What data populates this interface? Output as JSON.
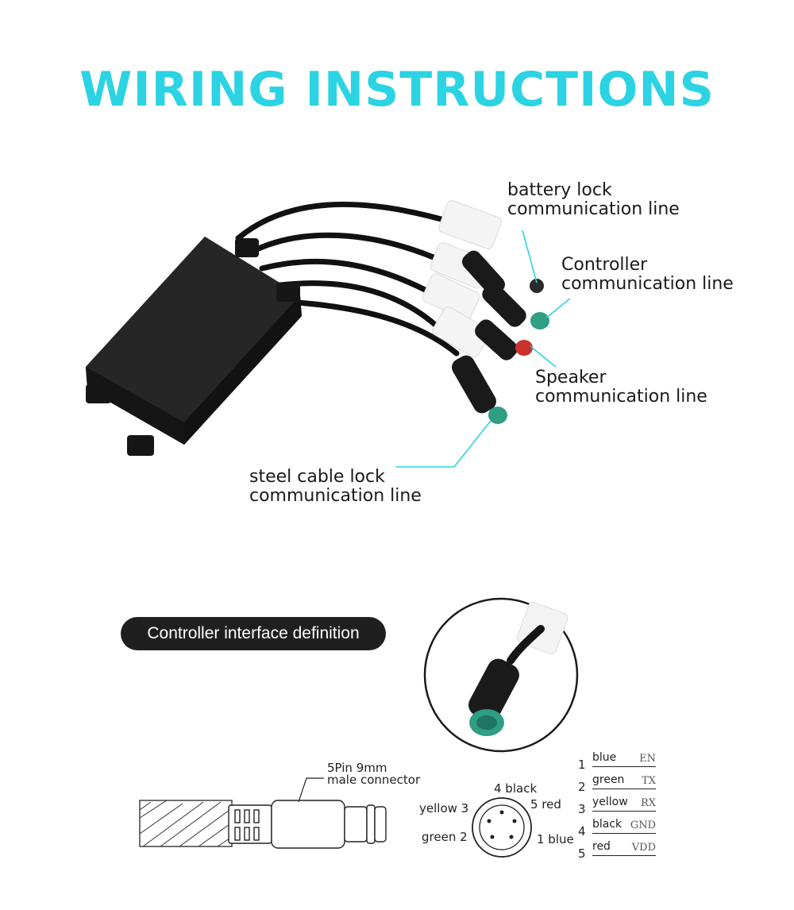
{
  "title": "WIRING INSTRUCTIONS",
  "callouts": {
    "battery_lock": [
      "battery lock",
      "communication line"
    ],
    "controller": [
      "Controller",
      "communication line"
    ],
    "speaker": [
      "Speaker",
      "communication line"
    ],
    "steel_cable_lock": [
      "steel cable lock",
      "communication line"
    ]
  },
  "section_label": "Controller interface definition",
  "connector_label": [
    "5Pin 9mm",
    "male connector"
  ],
  "pin_labels": {
    "pin4": "4 black",
    "pin5": "5 red",
    "pin3": "yellow 3",
    "pin2": "green 2",
    "pin1": "1 blue"
  },
  "pin_table": [
    {
      "num": "1",
      "color": "blue",
      "signal": "EN"
    },
    {
      "num": "2",
      "color": "green",
      "signal": "TX"
    },
    {
      "num": "3",
      "color": "yellow",
      "signal": "RX"
    },
    {
      "num": "4",
      "color": "black",
      "signal": "GND"
    },
    {
      "num": "5",
      "color": "red",
      "signal": "VDD"
    }
  ],
  "colors": {
    "accent": "#2bd3e3",
    "connector_green": "#2f9e82",
    "connector_red": "#c8322b",
    "module_body": "#1c1c1c"
  }
}
